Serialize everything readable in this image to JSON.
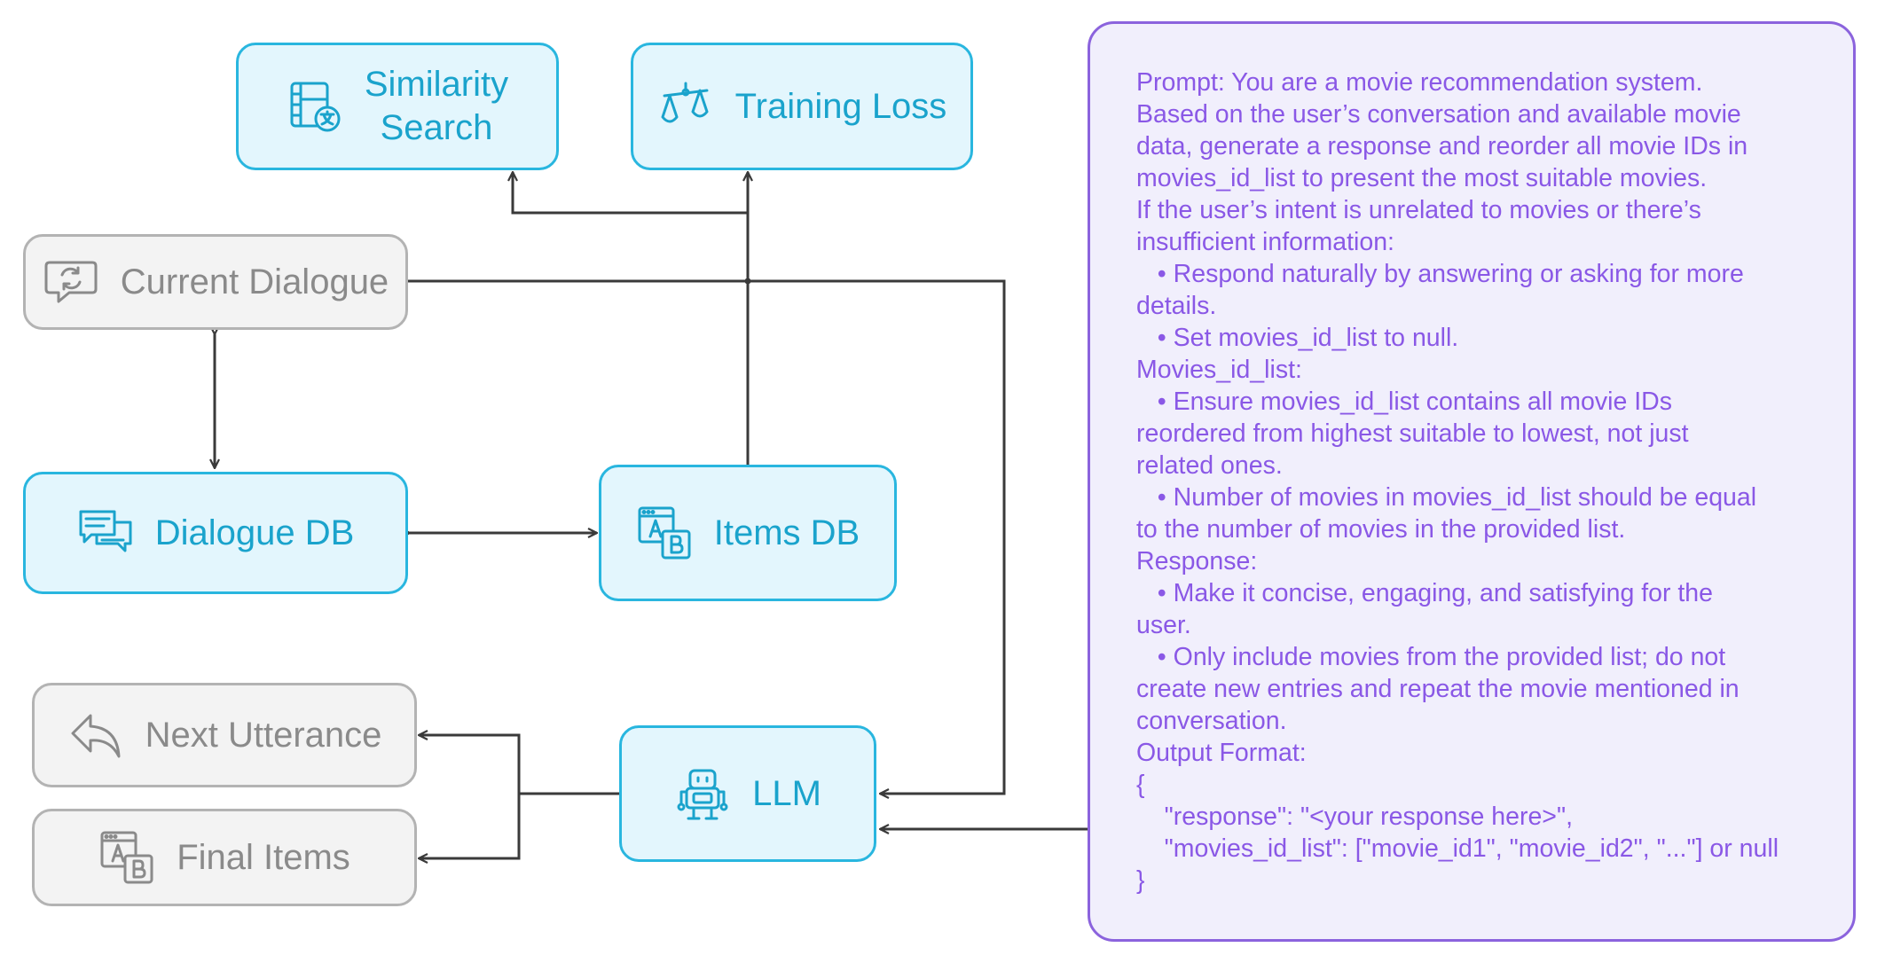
{
  "nodes": {
    "similarity_search": {
      "label_line1": "Similarity",
      "label_line2": "Search",
      "icon": "film-translate-icon"
    },
    "training_loss": {
      "label": "Training Loss",
      "icon": "scale-icon"
    },
    "current_dialogue": {
      "label": "Current Dialogue",
      "icon": "chat-refresh-icon"
    },
    "dialogue_db": {
      "label": "Dialogue DB",
      "icon": "chat-bubbles-icon"
    },
    "items_db": {
      "label": "Items DB",
      "icon": "ab-window-icon"
    },
    "llm": {
      "label": "LLM",
      "icon": "robot-icon"
    },
    "next_utterance": {
      "label": "Next Utterance",
      "icon": "reply-arrow-icon"
    },
    "final_items": {
      "label": "Final Items",
      "icon": "ab-window-icon"
    }
  },
  "prompt": {
    "lines": [
      "Prompt: You are a movie recommendation system.",
      "Based on the user’s conversation and available movie",
      "data, generate a response and reorder all movie IDs in",
      "movies_id_list to present the most suitable movies.",
      "If the user’s intent is unrelated to movies or there’s",
      "insufficient information:",
      "   • Respond naturally by answering or asking for more",
      "details.",
      "   • Set movies_id_list to null.",
      "Movies_id_list:",
      "   • Ensure movies_id_list contains all movie IDs",
      "reordered from highest suitable to lowest, not just",
      "related ones.",
      "   • Number of movies in movies_id_list should be equal",
      "to the number of movies in the provided list.",
      "Response:",
      "   • Make it concise, engaging, and satisfying for the",
      "user.",
      "   • Only include movies from the provided list; do not",
      "create new entries and repeat the movie mentioned in",
      "conversation.",
      "Output Format:",
      "{",
      "    \"response\": \"<your response here>\",",
      "    \"movies_id_list\": [\"movie_id1\", \"movie_id2\", \"...\"] or null",
      "}"
    ]
  },
  "colors": {
    "blue_fill": "#e3f6fd",
    "blue_border": "#29b6df",
    "gray_fill": "#f3f3f3",
    "gray_border": "#b3b3b3",
    "purple_border": "#8b63dd",
    "purple_fill": "#f1effc",
    "purple_text": "#8a58e6",
    "wire": "#3a3a3a"
  }
}
